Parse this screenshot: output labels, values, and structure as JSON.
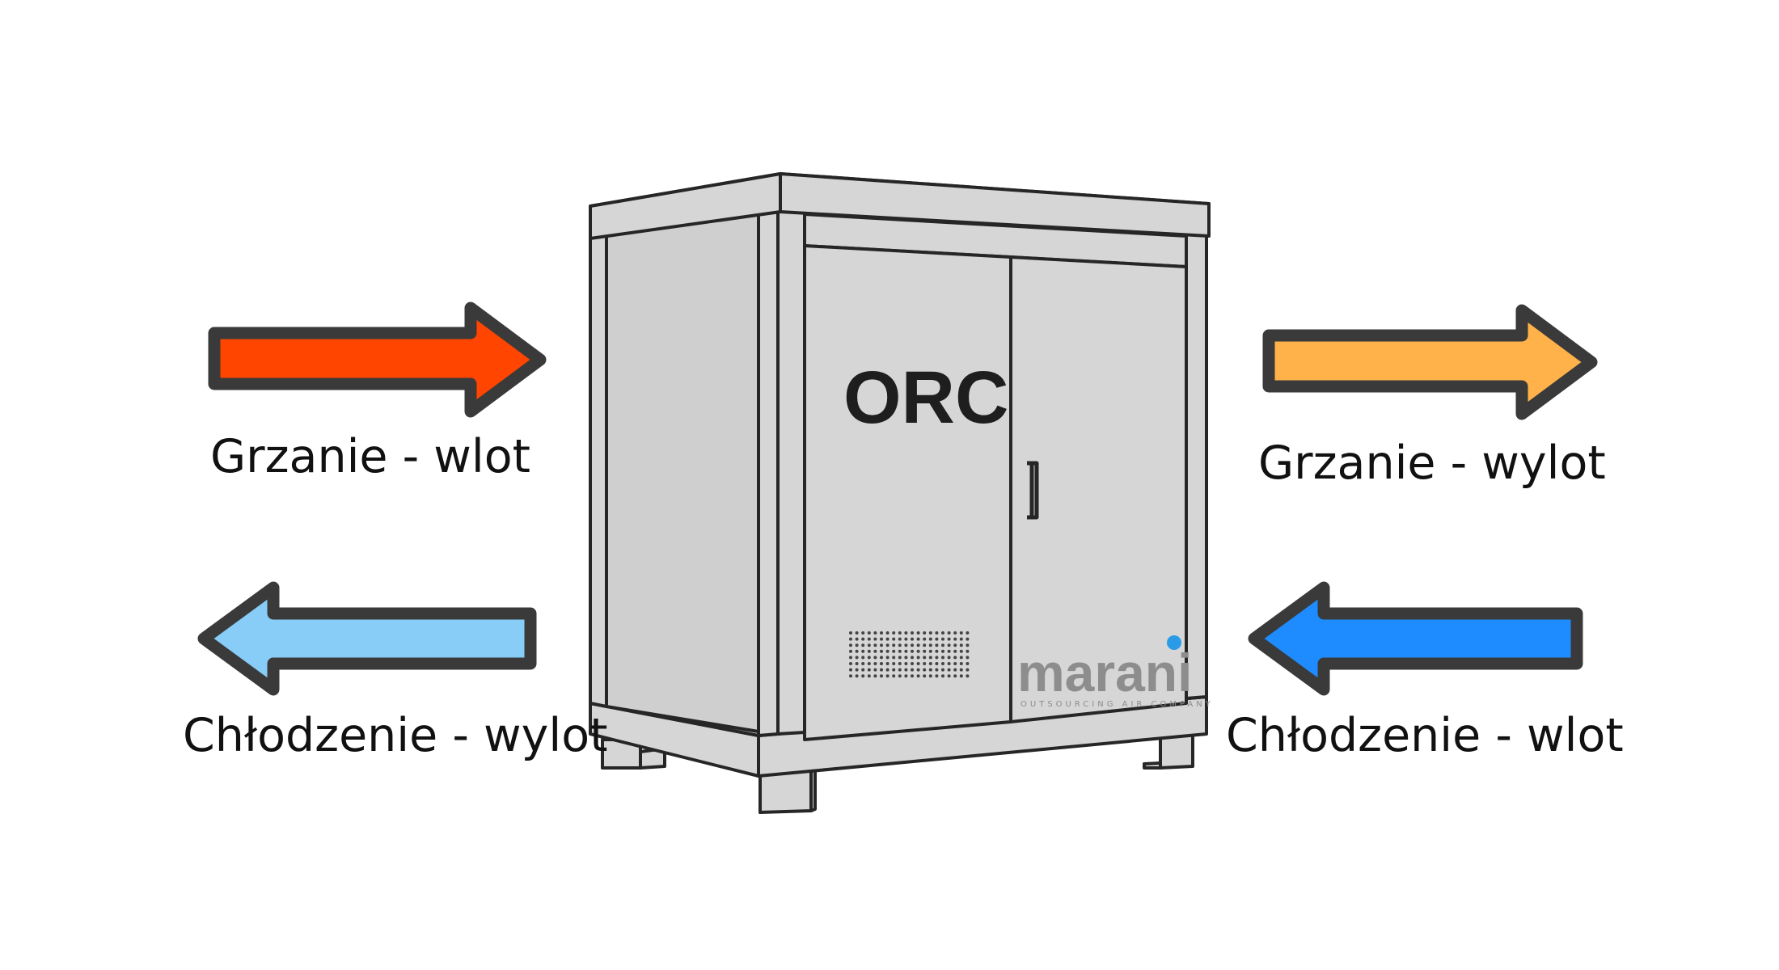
{
  "unit": {
    "title": "ORC",
    "brand": {
      "name": "marani",
      "tagline": "OUTSOURCING AIR COMPANY",
      "dot_color": "#2a9be6"
    }
  },
  "flows": [
    {
      "id": "heating-inlet",
      "label": "Grzanie - wlot",
      "direction": "in",
      "color": "#ff4500"
    },
    {
      "id": "heating-outlet",
      "label": "Grzanie - wylot",
      "direction": "out",
      "color": "#ffb24a"
    },
    {
      "id": "cooling-outlet",
      "label": "Chłodzenie - wylot",
      "direction": "out",
      "color": "#88cdf8"
    },
    {
      "id": "cooling-inlet",
      "label": "Chłodzenie - wlot",
      "direction": "in",
      "color": "#1e8cff"
    }
  ]
}
